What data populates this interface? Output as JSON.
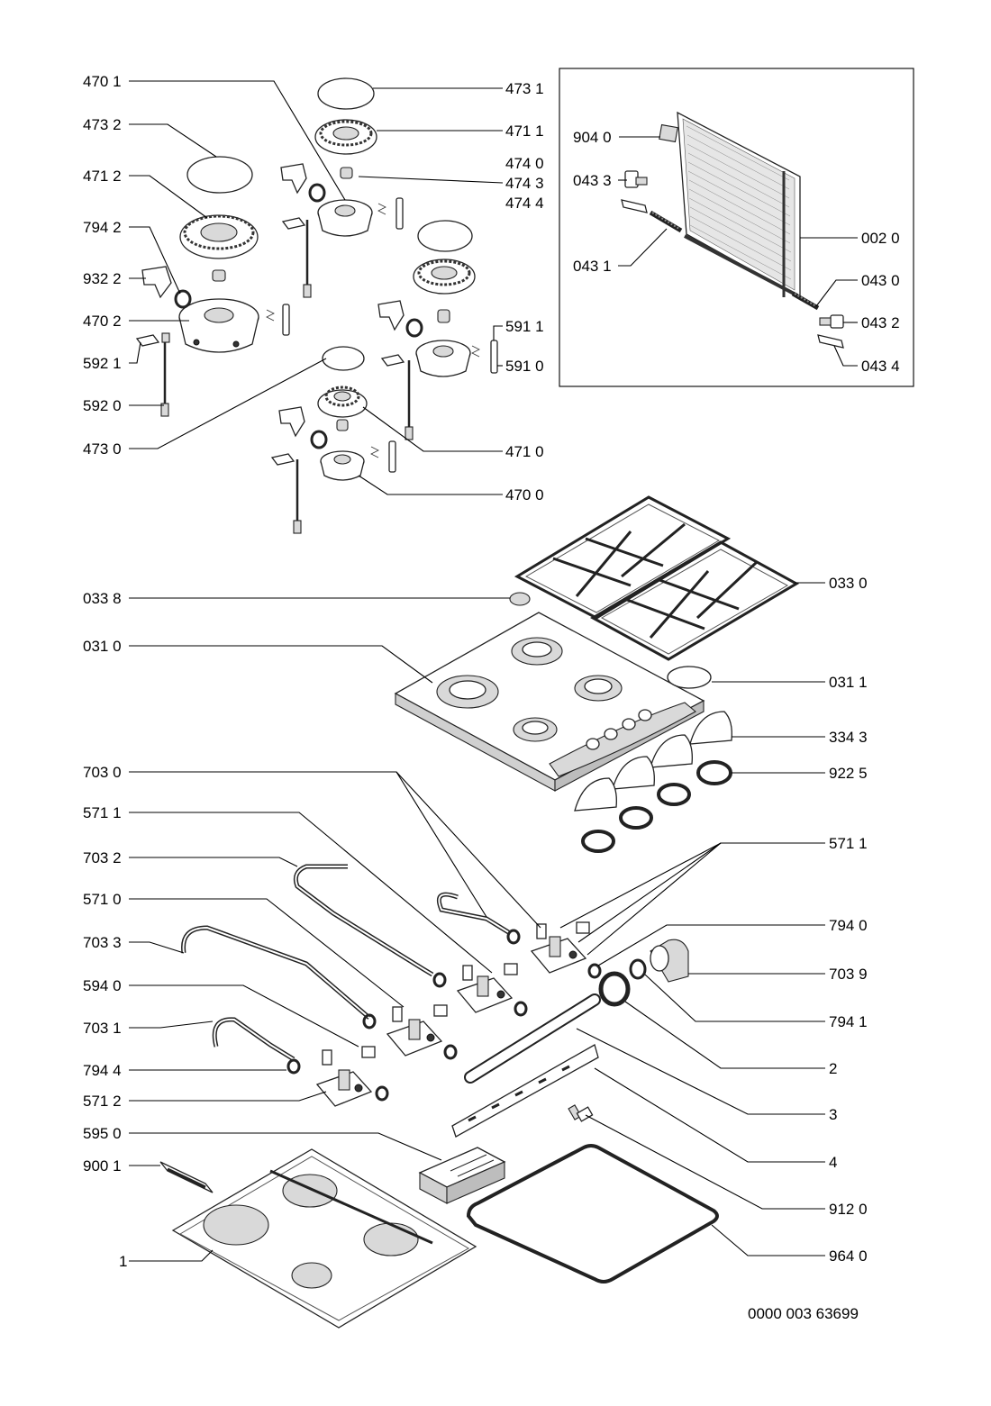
{
  "drawing_number": "0000 003 63699",
  "inset_labels": [
    "904 0",
    "043 3",
    "002 0",
    "043 1",
    "043 0",
    "043 2",
    "043 4"
  ],
  "labels": {
    "l4701": "470 1",
    "l4732": "473 2",
    "l4712": "471 2",
    "l7942": "794 2",
    "l9322": "932 2",
    "l4702": "470 2",
    "l5921": "592 1",
    "l5920": "592 0",
    "l4730": "473 0",
    "l4731": "473 1",
    "l4711": "471 1",
    "l4740": "474 0",
    "l4743": "474 3",
    "l4744": "474 4",
    "l5911": "591 1",
    "l5910": "591 0",
    "l4710": "471 0",
    "l4700": "470 0",
    "l9040": "904 0",
    "l0433": "043 3",
    "l0020": "002 0",
    "l0431": "043 1",
    "l0430": "043 0",
    "l0432": "043 2",
    "l0434": "043 4",
    "l0338": "033 8",
    "l0310": "031 0",
    "l0330": "033 0",
    "l0311": "031 1",
    "l3343": "334 3",
    "l9225": "922 5",
    "l7030": "703 0",
    "l5711a": "571 1",
    "l7032": "703 2",
    "l5710": "571 0",
    "l7033": "703 3",
    "l5940": "594 0",
    "l7031": "703 1",
    "l7944": "794 4",
    "l5712": "571 2",
    "l5950": "595 0",
    "l9001": "900 1",
    "l1": "1",
    "l5711b": "571 1",
    "l7940": "794 0",
    "l7039": "703 9",
    "l7941": "794 1",
    "l2": "2",
    "l3": "3",
    "l4": "4",
    "l9120": "912 0",
    "l9640": "964 0"
  }
}
